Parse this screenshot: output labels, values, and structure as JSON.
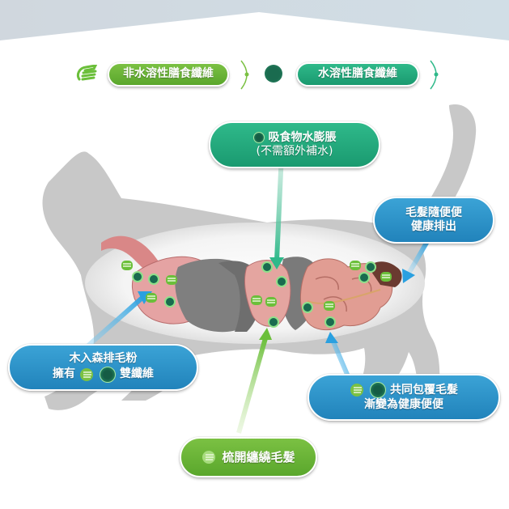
{
  "colors": {
    "header_band": "#d2dbe2",
    "cat_silhouette": "#c7c7c7",
    "body_glow": "#f2f2f2",
    "insoluble_green": "#6bb83a",
    "soluble_teal": "#22ab7e",
    "callout_blue": "#2f96cc",
    "fiber_dot": "#1a6b4f",
    "intestine_pink": "#e19999",
    "organ_gray": "#7d7d7d"
  },
  "legend": {
    "insoluble": {
      "icon": "brush-fiber-icon",
      "label": "非水溶性膳食纖維"
    },
    "soluble": {
      "icon": "dot-fiber-icon",
      "label": "水溶性膳食纖維"
    }
  },
  "callouts": {
    "absorb": {
      "icon": "dot-fiber-icon",
      "line1": "吸食物水膨脹",
      "line2": "(不需額外補水)"
    },
    "excrete": {
      "line1": "毛髮隨便便",
      "line2": "健康排出"
    },
    "product": {
      "line1": "木入森排毛粉",
      "line2_prefix": "擁有",
      "line2_suffix": "雙纖維",
      "icons": [
        "brush-fiber-icon",
        "dot-fiber-icon"
      ]
    },
    "wrap": {
      "icons": [
        "brush-fiber-icon",
        "dot-fiber-icon"
      ],
      "line1": "共同包覆毛髮",
      "line2": "漸變為健康便便"
    },
    "comb": {
      "icon": "brush-fiber-icon",
      "line1": "梳開纏繞毛髮"
    }
  }
}
